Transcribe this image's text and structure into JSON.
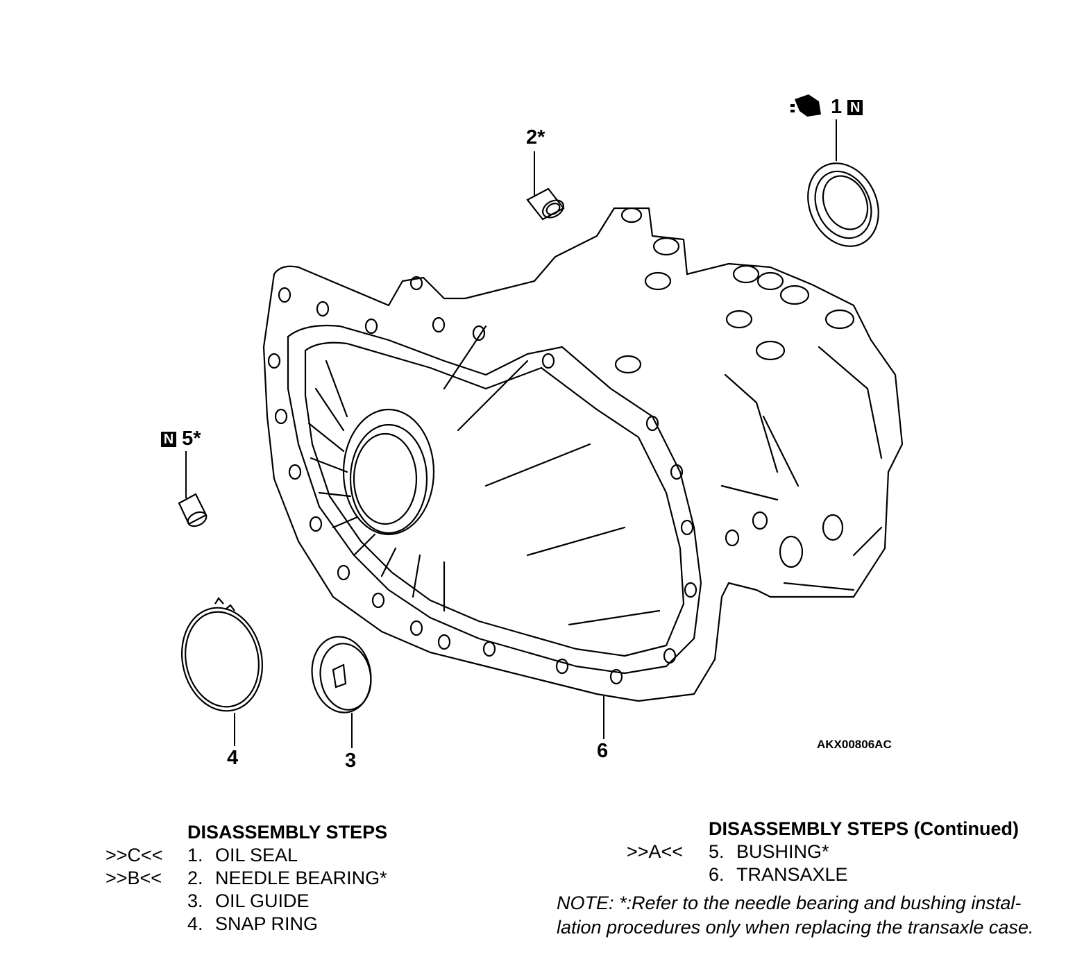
{
  "callouts": {
    "c1": {
      "number": "1",
      "badge": "N"
    },
    "c2": {
      "number": "2*"
    },
    "c3": {
      "number": "3"
    },
    "c4": {
      "number": "4"
    },
    "c5": {
      "number": "5*",
      "badge": "N"
    },
    "c6": {
      "number": "6"
    }
  },
  "figure_code": "AKX00806AC",
  "steps_left": {
    "heading": "DISASSEMBLY STEPS",
    "items": [
      {
        "ref": ">>C<<",
        "num": "1.",
        "label": "OIL SEAL"
      },
      {
        "ref": ">>B<<",
        "num": "2.",
        "label": "NEEDLE BEARING*"
      },
      {
        "ref": "",
        "num": "3.",
        "label": "OIL GUIDE"
      },
      {
        "ref": "",
        "num": "4.",
        "label": "SNAP RING"
      }
    ]
  },
  "steps_right": {
    "heading": "DISASSEMBLY STEPS (Continued)",
    "items": [
      {
        "ref": ">>A<<",
        "num": "5.",
        "label": "BUSHING*"
      },
      {
        "ref": "",
        "num": "6.",
        "label": "TRANSAXLE"
      }
    ]
  },
  "note": {
    "line1": "NOTE:  *:Refer to the needle bearing and bushing instal-",
    "line2": "lation procedures only when replacing the transaxle case."
  },
  "icons": [
    "grease-can-icon",
    "n-replace-badge-icon"
  ]
}
